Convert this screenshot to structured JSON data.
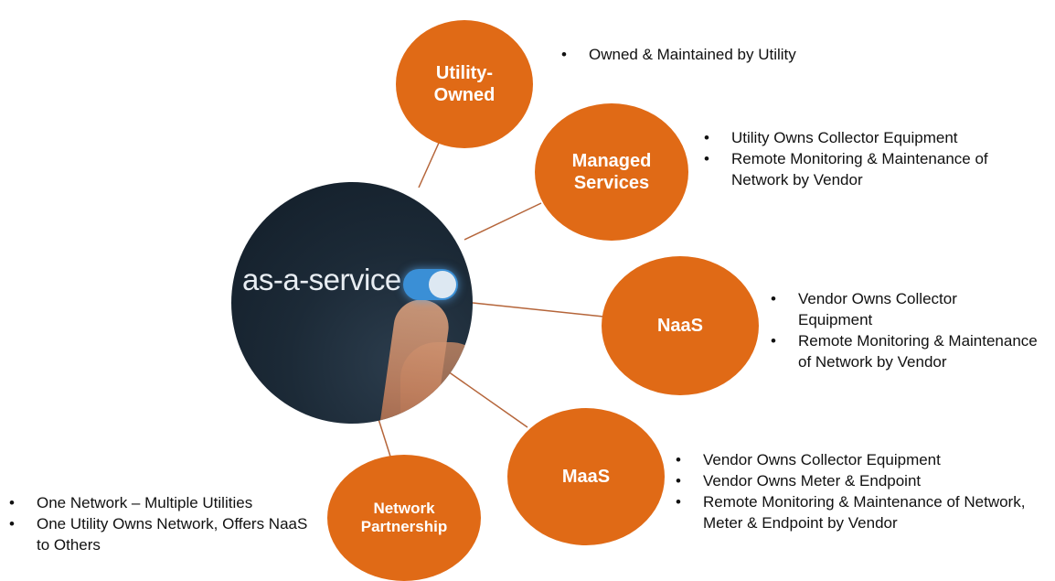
{
  "hub": {
    "label": "as-a-service"
  },
  "nodes": [
    {
      "id": "utility-owned",
      "label": "Utility-\nOwned",
      "bullets": [
        "Owned & Maintained by Utility"
      ]
    },
    {
      "id": "managed-services",
      "label": "Managed\nServices",
      "bullets": [
        "Utility Owns Collector Equipment",
        "Remote Monitoring & Maintenance of Network by Vendor"
      ]
    },
    {
      "id": "naas",
      "label": "NaaS",
      "bullets": [
        "Vendor Owns Collector Equipment",
        "Remote Monitoring & Maintenance of Network by Vendor"
      ]
    },
    {
      "id": "maas",
      "label": "MaaS",
      "bullets": [
        "Vendor Owns Collector Equipment",
        "Vendor Owns Meter & Endpoint",
        "Remote Monitoring & Maintenance of Network, Meter & Endpoint by Vendor"
      ]
    },
    {
      "id": "network-partnership",
      "label": "Network\nPartnership",
      "bullets": [
        "One Network – Multiple Utilities",
        "One Utility Owns Network, Offers NaaS to Others"
      ]
    }
  ],
  "colors": {
    "node": "#e06a16",
    "connector": "#b5653a",
    "hub": "#16222e",
    "toggle": "#3a8fd6"
  }
}
